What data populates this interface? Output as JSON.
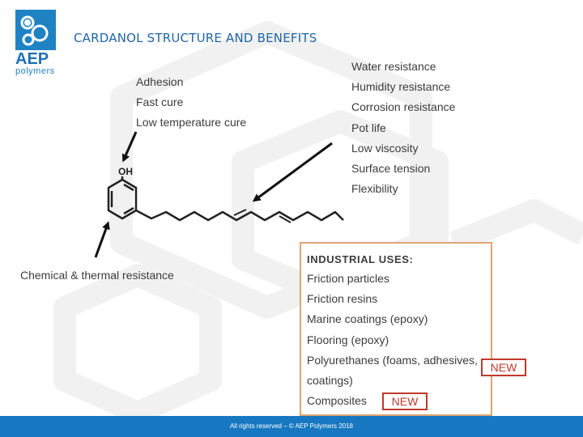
{
  "slide": {
    "title": "CARDANOL STRUCTURE AND BENEFITS"
  },
  "logo": {
    "brand": "AEP",
    "sub": "polymers"
  },
  "left_benefits": [
    "Adhesion",
    "Fast cure",
    "Low temperature cure"
  ],
  "right_benefits": [
    "Water resistance",
    "Humidity resistance",
    "Corrosion resistance",
    "Pot life",
    "Low viscosity",
    "Surface tension",
    "Flexibility"
  ],
  "molecule": {
    "oh_label": "OH"
  },
  "chemical_label": "Chemical & thermal resistance",
  "industrial": {
    "title": "INDUSTRIAL USES:",
    "items": [
      "Friction particles",
      "Friction resins",
      "Marine coatings (epoxy)",
      "Flooring (epoxy)",
      "Polyurethanes (foams, adhesives,",
      "coatings)",
      "Composites"
    ]
  },
  "badges": {
    "new1": "NEW",
    "new2": "NEW"
  },
  "footer": {
    "text": "All rights reserved – © AEP Polymers 2018"
  },
  "colors": {
    "accent_blue": "#1778c1",
    "title_blue": "#2166a8",
    "box_border": "#e0a473",
    "badge_red": "#c0392b"
  }
}
